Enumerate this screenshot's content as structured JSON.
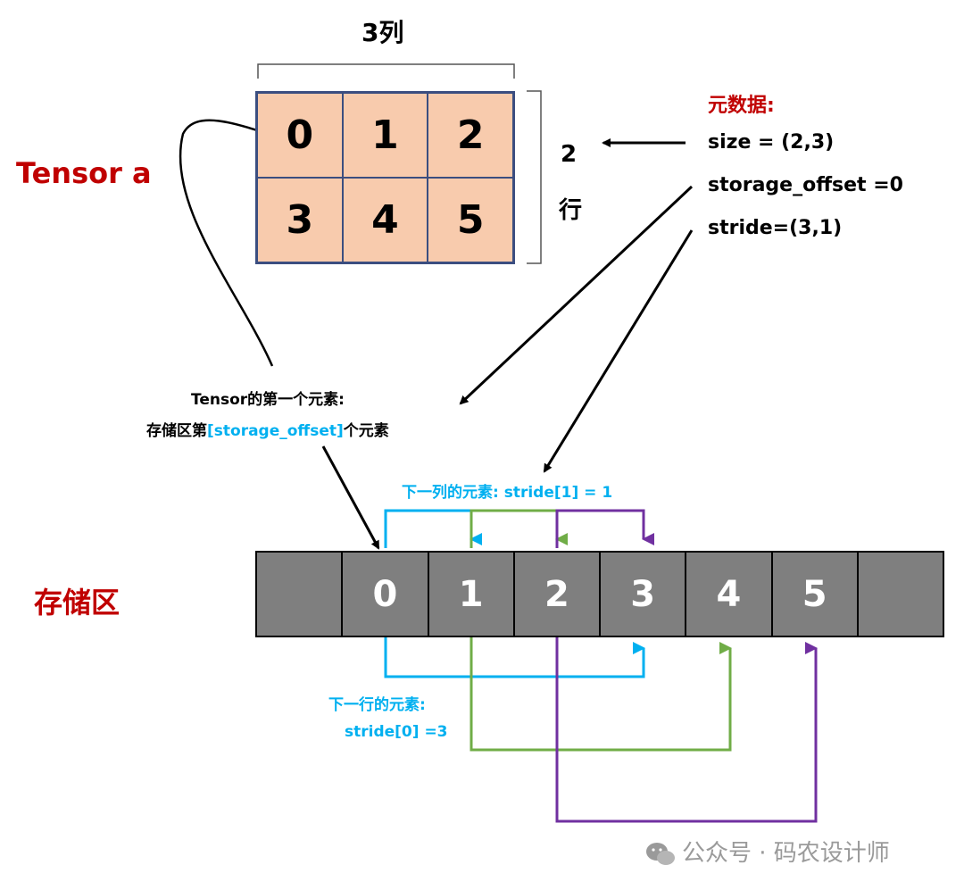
{
  "tensor_label": "Tensor a",
  "storage_label": "存储区",
  "cols_label": "3列",
  "rows_num": "2",
  "rows_unit": "行",
  "tensor_cells": [
    "0",
    "1",
    "2",
    "3",
    "4",
    "5"
  ],
  "storage_cells": [
    "",
    "0",
    "1",
    "2",
    "3",
    "4",
    "5",
    ""
  ],
  "metadata": {
    "title": "元数据:",
    "size": "size = (2,3)",
    "storage_offset": "storage_offset =0",
    "stride": "stride=(3,1)"
  },
  "first_element_note": {
    "line1": "Tensor的第一个元素:",
    "line2_prefix": "存储区第",
    "line2_highlight": "[storage_offset]",
    "line2_suffix": "个元素"
  },
  "next_column_note": "下一列的元素: stride[1] = 1",
  "next_row_note": {
    "line1": "下一行的元素:",
    "line2": "stride[0] =3"
  },
  "watermark": "公众号 · 码农设计师",
  "colors": {
    "title_red": "#c00000",
    "cell_fill": "#f8cbad",
    "cell_border": "#3b4e80",
    "storage_fill": "#7f7f7f",
    "blue": "#00b0f0",
    "green": "#70ad47",
    "purple": "#7030a0"
  }
}
